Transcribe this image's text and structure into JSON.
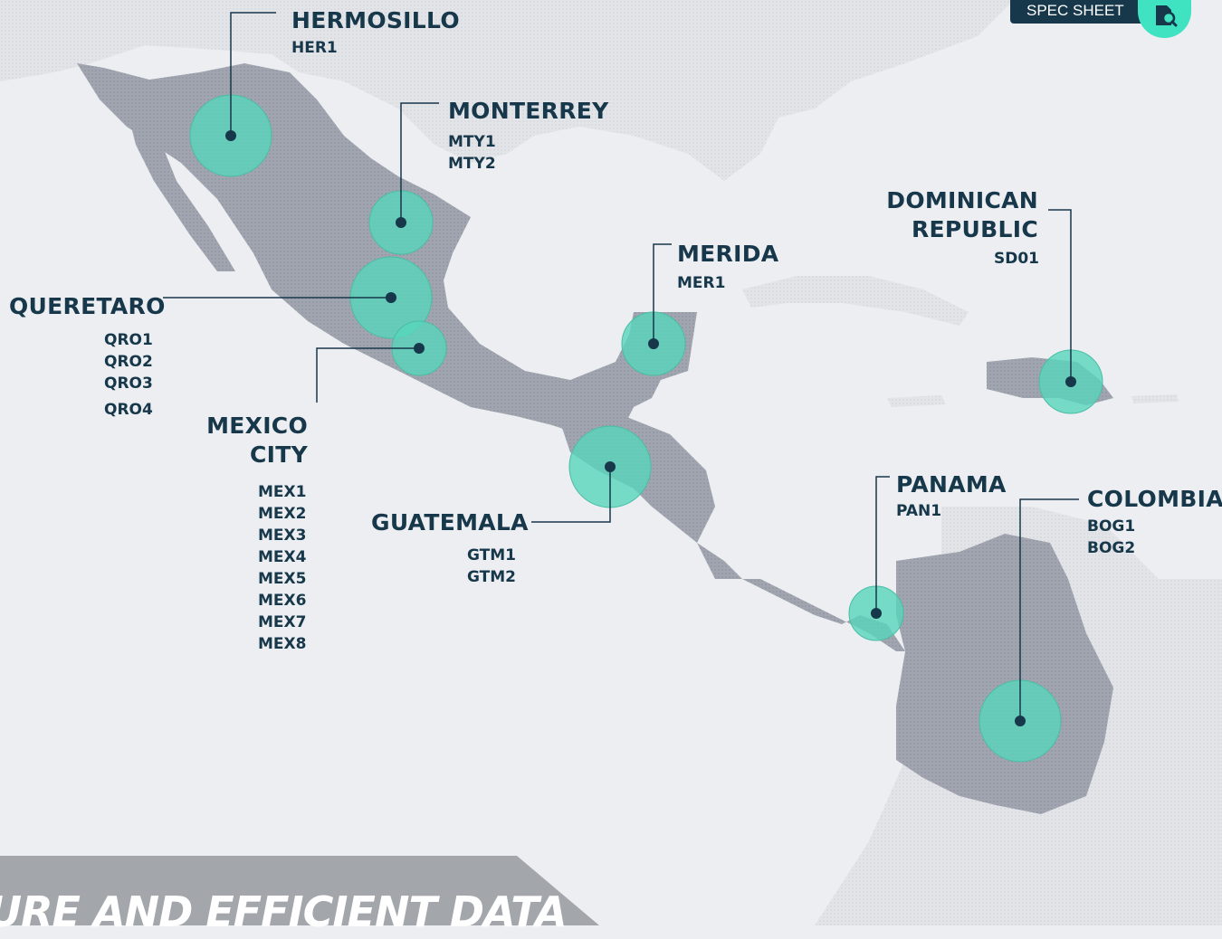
{
  "header": {
    "spec_sheet_label": "SPEC SHEET",
    "spec_icon": "document-search-icon"
  },
  "colors": {
    "land": "#9ea3ae",
    "water": "#eceef1",
    "marker": "#58d6bb",
    "ink": "#17374a",
    "accent": "#3fe2c1"
  },
  "locations": {
    "hermosillo": {
      "name": "HERMOSILLO",
      "codes": [
        "HER1"
      ]
    },
    "monterrey": {
      "name": "MONTERREY",
      "codes": [
        "MTY1",
        "MTY2"
      ]
    },
    "queretaro": {
      "name": "QUERETARO",
      "codes": [
        "QRO1",
        "QRO2",
        "QRO3",
        "QRO4"
      ]
    },
    "mexico_city": {
      "name_line1": "MEXICO",
      "name_line2": "CITY",
      "codes": [
        "MEX1",
        "MEX2",
        "MEX3",
        "MEX4",
        "MEX5",
        "MEX6",
        "MEX7",
        "MEX8"
      ]
    },
    "merida": {
      "name": "MERIDA",
      "codes": [
        "MER1"
      ]
    },
    "guatemala": {
      "name": "GUATEMALA",
      "codes": [
        "GTM1",
        "GTM2"
      ]
    },
    "dominican_republic": {
      "name_line1": "DOMINICAN",
      "name_line2": "REPUBLIC",
      "codes": [
        "SD01"
      ]
    },
    "panama": {
      "name": "PANAMA",
      "codes": [
        "PAN1"
      ]
    },
    "colombia": {
      "name": "COLOMBIA",
      "codes": [
        "BOG1",
        "BOG2"
      ]
    }
  },
  "banner": {
    "text": "CURE AND EFFICIENT DATA"
  }
}
